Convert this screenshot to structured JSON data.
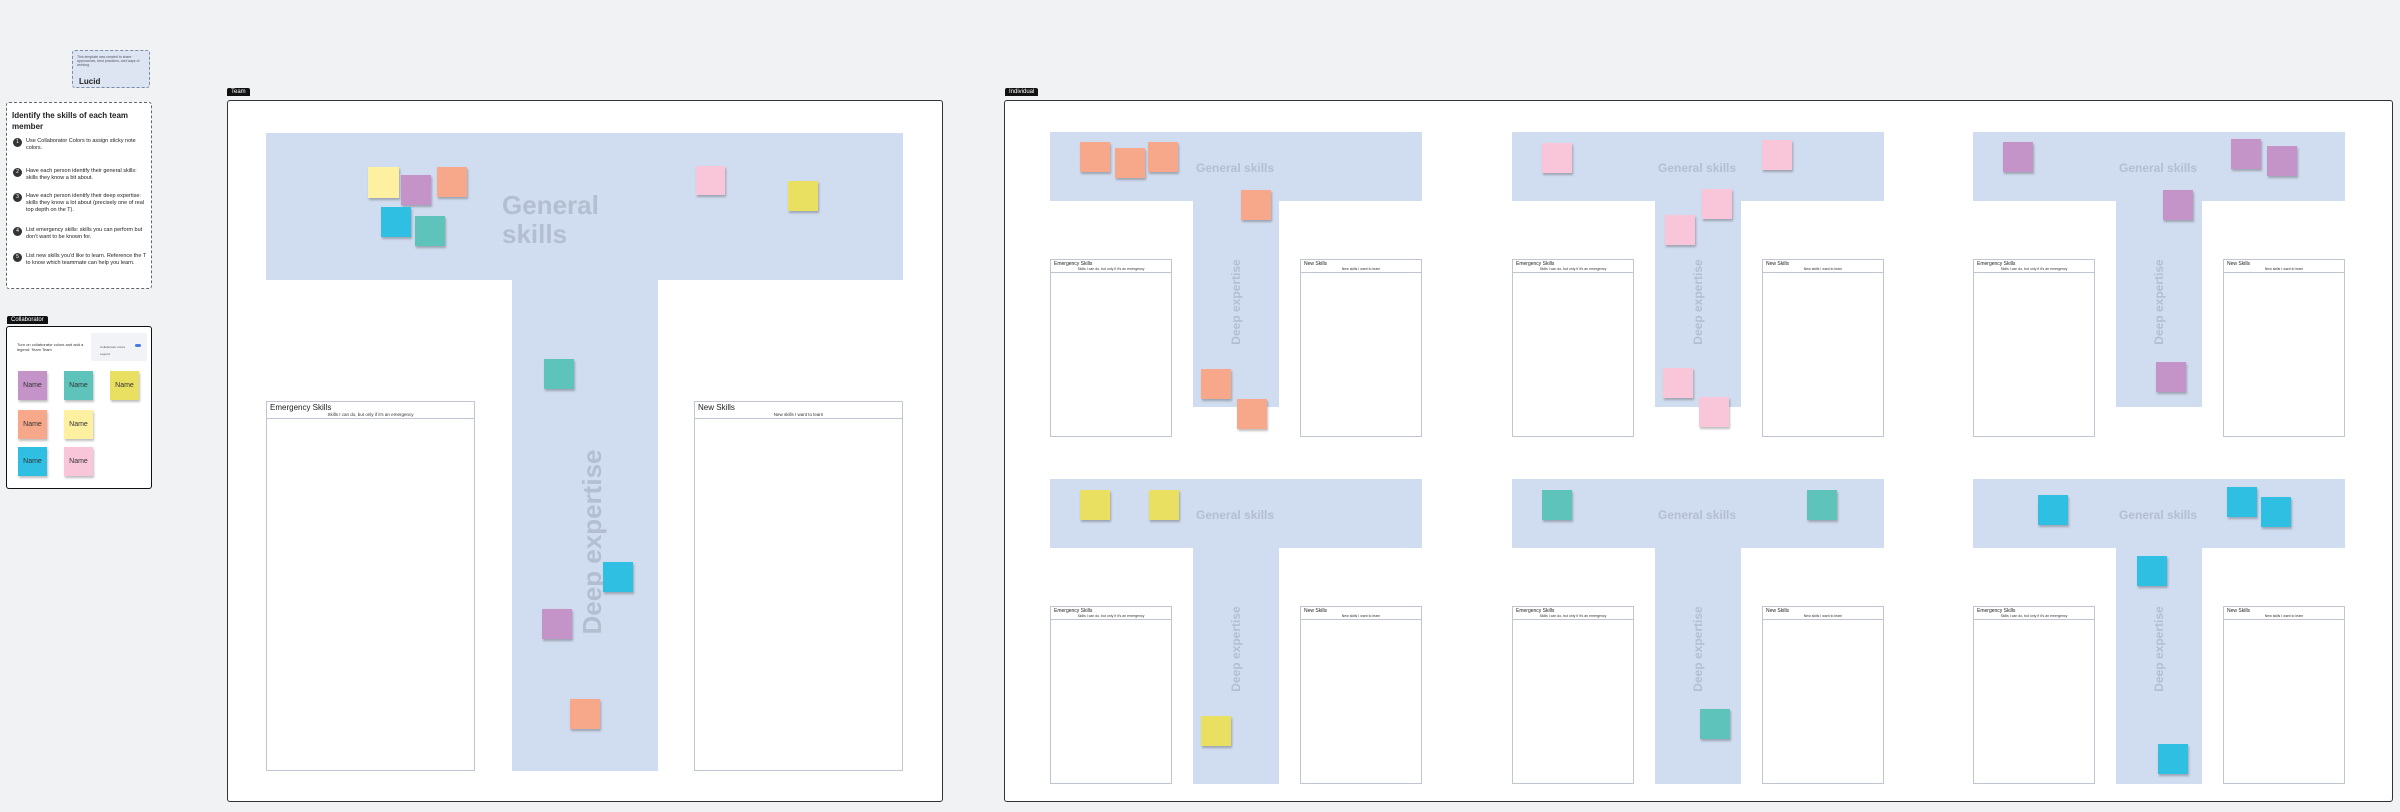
{
  "logo": {
    "tagline": "This template was created to share approaches, best practices, and ways of working.",
    "brand": "Lucid"
  },
  "instructions": {
    "title": "Identify the skills of each team member",
    "steps": [
      {
        "num": "1",
        "text": "Use Collaborator Colors to assign sticky note colors."
      },
      {
        "num": "2",
        "text": "Have each person identify their general skills: skills they know a bit about."
      },
      {
        "num": "3",
        "text": "Have each person identify their deep expertise: skills they know a lot about (precisely one of real top depth on the T)."
      },
      {
        "num": "4",
        "text": "List emergency skills: skills you can perform but don't want to be known for."
      },
      {
        "num": "5",
        "text": "List new skills you'd like to learn. Reference the T to know which teammate can help you learn."
      }
    ]
  },
  "collaborator": {
    "tag": "Collaborator",
    "panel_text": "Turn on collaborator colors and add a legend: Team Team",
    "mini_label_a": "Collaborator colors",
    "mini_label_b": "Legend",
    "notes": [
      {
        "label": "Name",
        "color": "#c493c7"
      },
      {
        "label": "Name",
        "color": "#5ec4bb"
      },
      {
        "label": "Name",
        "color": "#e9e061"
      },
      {
        "label": "Name",
        "color": "#f8a88a"
      },
      {
        "label": "Name",
        "color": "#fdf0a0"
      },
      {
        "label": "Name",
        "color": "#2fbfe2"
      },
      {
        "label": "Name",
        "color": "#f9c5d9"
      }
    ]
  },
  "team": {
    "tag": "Team",
    "general": "General skills",
    "deep": "Deep expertise",
    "emergency_title": "Emergency Skills",
    "emergency_sub": "Skills I can do, but only if it's an emergency",
    "new_title": "New Skills",
    "new_sub": "New skills I want to learn"
  },
  "individual": {
    "tag": "Individual",
    "general": "General skills",
    "deep": "Deep expertise",
    "emergency_title": "Emergency Skills",
    "emergency_sub": "Skills I can do, but only if it's an emergency",
    "new_title": "New Skills",
    "new_sub": "New skills I want to learn"
  },
  "colors": {
    "purple": "#c493c7",
    "teal": "#5ec4bb",
    "yellow": "#e9e061",
    "salmon": "#f8a88a",
    "lightyellow": "#fdf0a0",
    "cyan": "#2fbfe2",
    "pink": "#f9c5d9",
    "t_fill": "#d0dcef"
  }
}
